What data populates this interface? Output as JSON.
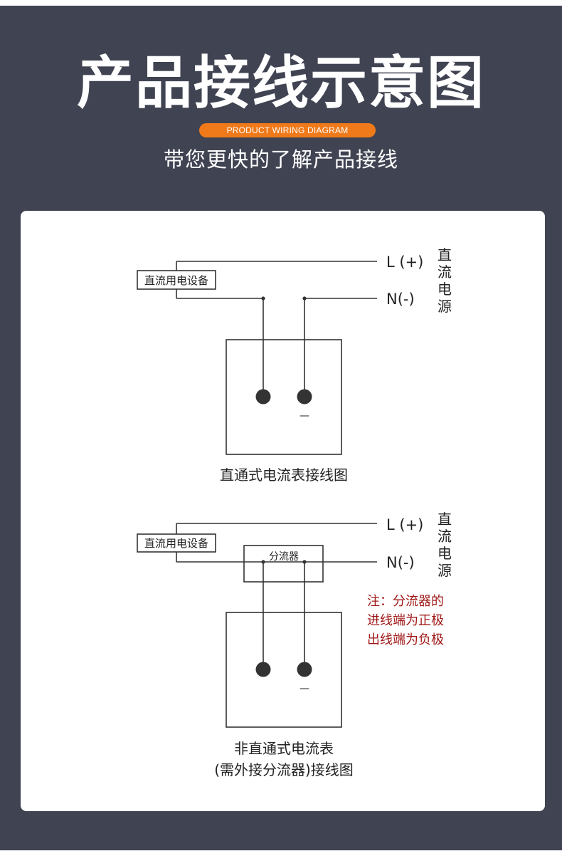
{
  "header": {
    "title": "产品接线示意图",
    "badge": "PRODUCT WIRING DIAGRAM",
    "subtitle": "带您更快的了解产品接线"
  },
  "diagram1": {
    "device_label": "直流用电设备",
    "positive_label": "L (+)",
    "negative_label": "N(-)",
    "source_label": [
      "直",
      "流",
      "电",
      "源"
    ],
    "meter_minus": "—",
    "caption": "直通式电流表接线图"
  },
  "diagram2": {
    "device_label": "直流用电设备",
    "shunt_label": "分流器",
    "positive_label": "L (+)",
    "negative_label": "N(-)",
    "source_label": [
      "直",
      "流",
      "电",
      "源"
    ],
    "meter_minus": "—",
    "note": [
      "注：分流器的",
      "进线端为正极",
      "出线端为负极"
    ],
    "caption": [
      "非直通式电流表",
      "(需外接分流器)接线图"
    ]
  },
  "colors": {
    "background": "#404352",
    "accent": "#f07a1a",
    "note": "#a01818",
    "line": "#333333"
  }
}
